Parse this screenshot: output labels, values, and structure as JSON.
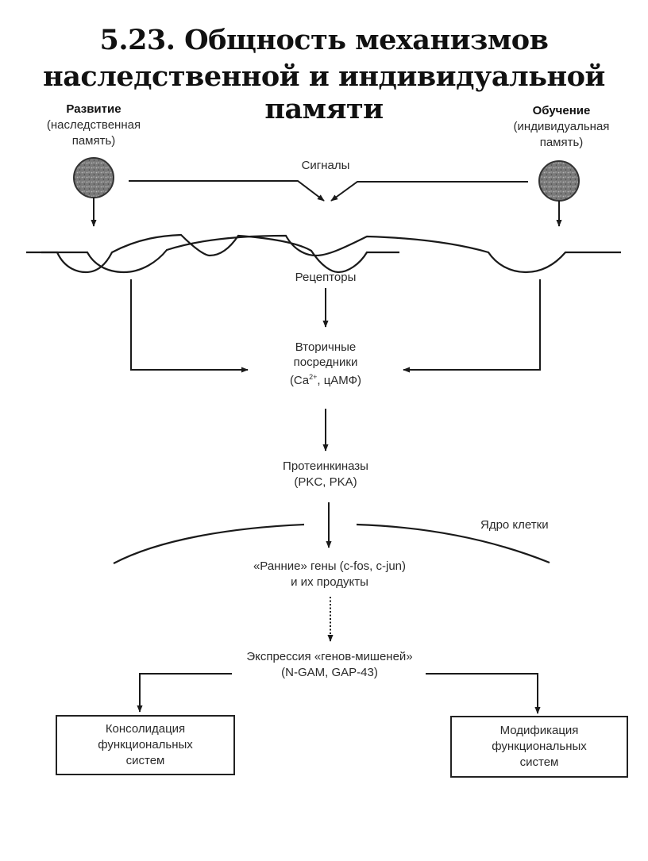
{
  "title": {
    "line1": "5.23. Общность механизмов",
    "line2": "наследственной и индивидуальной памяти"
  },
  "left_source": {
    "heading": "Развитие",
    "subtitle_line1": "(наследственная",
    "subtitle_line2": "память)"
  },
  "right_source": {
    "heading": "Обучение",
    "subtitle_line1": "(индивидуальная",
    "subtitle_line2": "память)"
  },
  "nodes": {
    "signals": "Сигналы",
    "receptors": "Рецепторы",
    "second_messengers": {
      "line1": "Вторичные",
      "line2": "посредники",
      "line3_prefix": "(Ca",
      "line3_sup": "2+",
      "line3_suffix": ", цАМФ)"
    },
    "protein_kinases": {
      "line1": "Протеинкиназы",
      "line2": "(PKC, PKA)"
    },
    "nucleus_label": "Ядро клетки",
    "early_genes": {
      "line1": "«Ранние» гены (c-fos, c-jun)",
      "line2": "и их продукты"
    },
    "target_expression": {
      "line1": "Экспрессия «генов-мишеней»",
      "line2": "(N-GAM, GAP-43)"
    }
  },
  "outcomes": {
    "left": {
      "line1": "Консолидация",
      "line2": "функциональных",
      "line3": "систем"
    },
    "right": {
      "line1": "Модификация",
      "line2": "функциональных",
      "line3": "систем"
    }
  }
}
